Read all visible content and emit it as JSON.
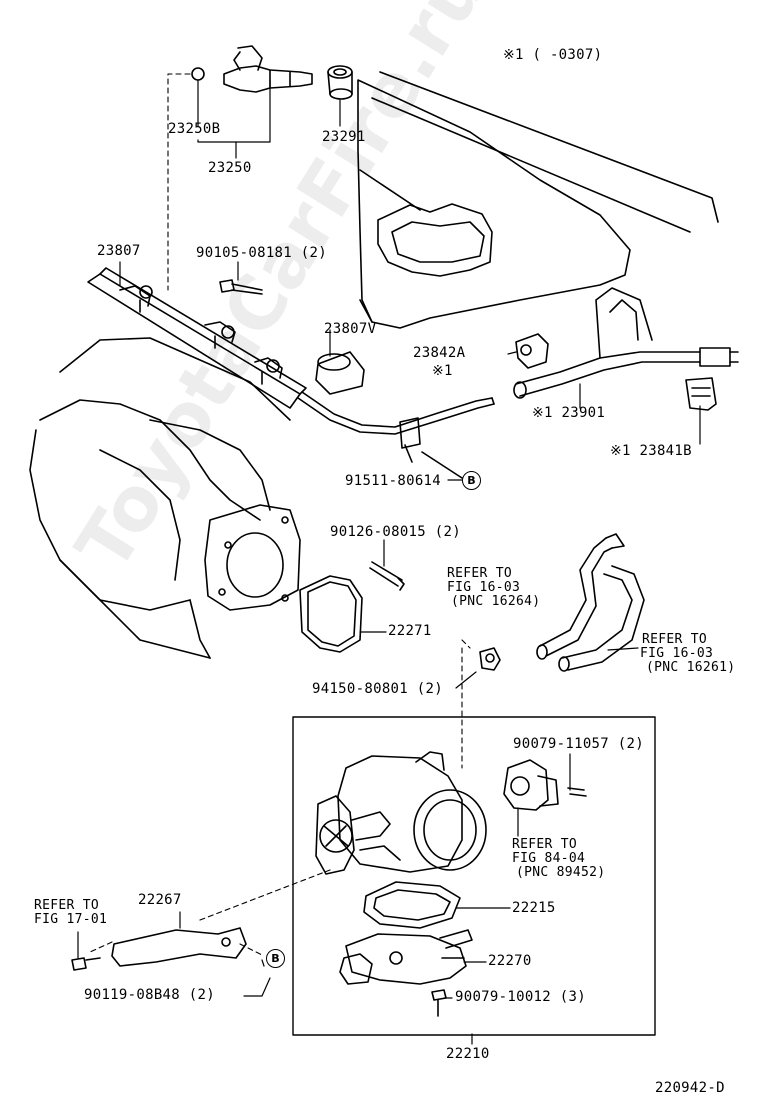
{
  "diagram": {
    "header_note": "※1 (      -0307)",
    "figure_code": "220942-D",
    "watermark": "ToyotaCarFire.ru",
    "callout_symbol": "B",
    "parts": {
      "p23250B": "23250B",
      "p23250": "23250",
      "p23291": "23291",
      "p23807": "23807",
      "p90105": "90105-08181 (2)",
      "p23807V": "23807V",
      "p23842A": "23842A",
      "p23842A_note": "※1",
      "p23901": "※1 23901",
      "p23841B": "※1 23841B",
      "p91511": "91511-80614",
      "p90126": "90126-08015 (2)",
      "p22271": "22271",
      "p94150": "94150-80801 (2)",
      "p90079_11057": "90079-11057 (2)",
      "p22215": "22215",
      "p22267": "22267",
      "p22270": "22270",
      "p90079_10012": "90079-10012 (3)",
      "p90119": "90119-08B48 (2)",
      "p22210": "22210"
    },
    "refs": {
      "r16264": [
        "REFER TO",
        "FIG 16-03",
        "(PNC 16264)"
      ],
      "r16261": [
        "REFER TO",
        "FIG 16-03",
        "(PNC 16261)"
      ],
      "r89452": [
        "REFER TO",
        "FIG 84-04",
        "(PNC 89452)"
      ],
      "r17": [
        "REFER TO",
        "FIG 17-01"
      ]
    }
  }
}
